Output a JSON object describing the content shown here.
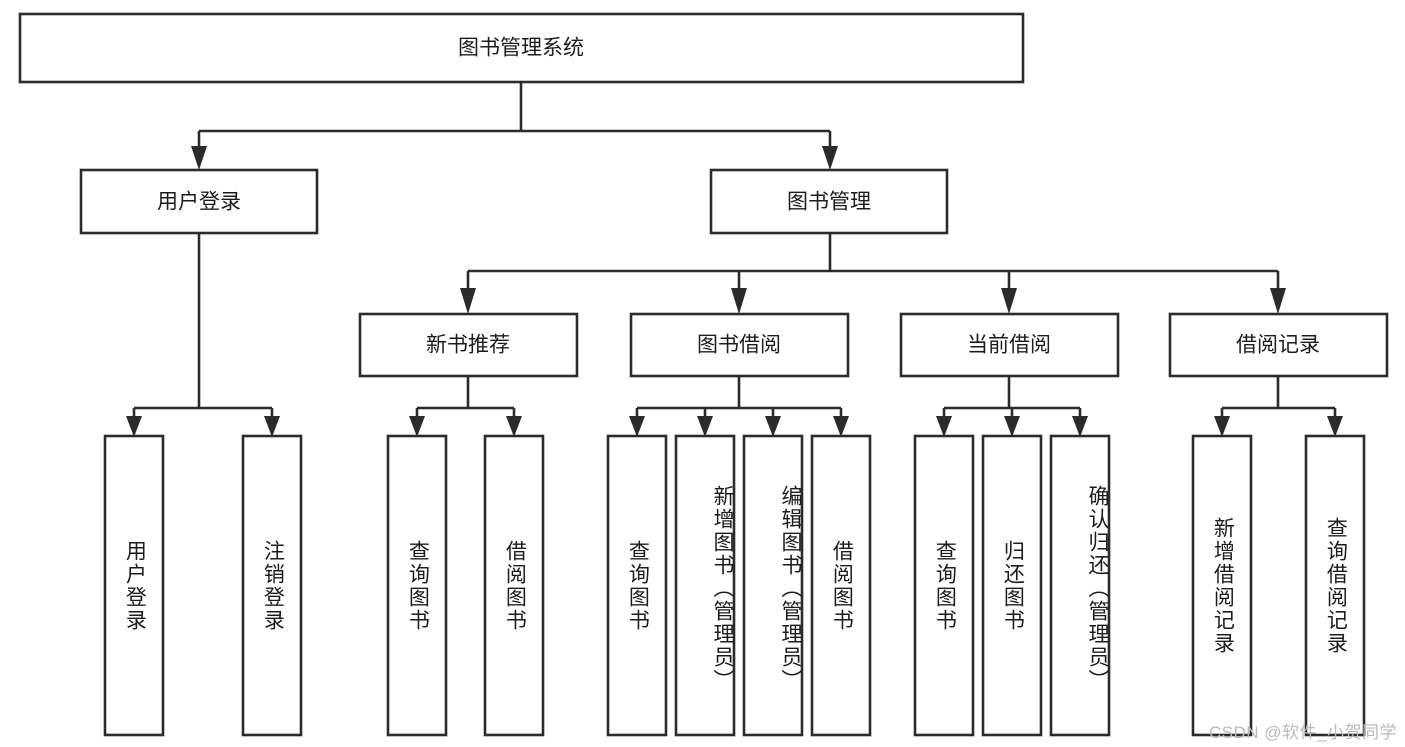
{
  "diagram": {
    "type": "tree-hierarchy",
    "title": "图书管理系统",
    "watermark": "CSDN @软件_小贺同学",
    "colors": {
      "stroke": "#2b2b2b",
      "fill": "#ffffff",
      "text": "#1c1c1c",
      "watermark": "#b9b9b9"
    },
    "levels": {
      "root": {
        "label": "图书管理系统"
      },
      "level2": [
        {
          "label": "用户登录"
        },
        {
          "label": "图书管理"
        }
      ],
      "level3": [
        {
          "label": "新书推荐"
        },
        {
          "label": "图书借阅"
        },
        {
          "label": "当前借阅"
        },
        {
          "label": "借阅记录"
        }
      ]
    },
    "leaves": {
      "user_login": [
        {
          "label": "用户登录"
        },
        {
          "label": "注销登录"
        }
      ],
      "new_book_recommend": [
        {
          "label": "查询图书"
        },
        {
          "label": "借阅图书"
        }
      ],
      "book_borrow": [
        {
          "label": "查询图书"
        },
        {
          "label": "新增图书（管理员）"
        },
        {
          "label": "编辑图书（管理员）"
        },
        {
          "label": "借阅图书"
        }
      ],
      "current_borrow": [
        {
          "label": "查询图书"
        },
        {
          "label": "归还图书"
        },
        {
          "label": "确认归还（管理员）"
        }
      ],
      "borrow_record": [
        {
          "label": "新增借阅记录"
        },
        {
          "label": "查询借阅记录"
        }
      ]
    }
  }
}
